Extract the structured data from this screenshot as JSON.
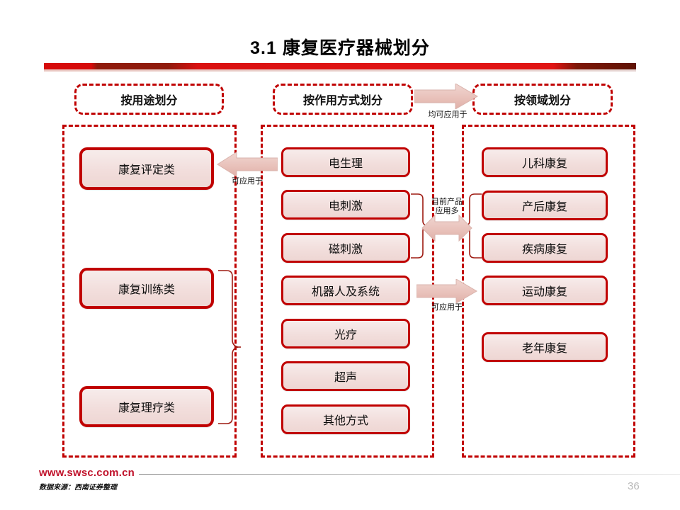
{
  "slide": {
    "title": "3.1 康复医疗器械划分",
    "page_number": "36"
  },
  "headers": [
    {
      "id": "by-use",
      "label": "按用途划分"
    },
    {
      "id": "by-method",
      "label": "按作用方式划分"
    },
    {
      "id": "by-field",
      "label": "按领域划分"
    }
  ],
  "columns": {
    "by_use": {
      "items": [
        {
          "label": "康复评定类"
        },
        {
          "label": "康复训练类"
        },
        {
          "label": "康复理疗类"
        }
      ]
    },
    "by_method": {
      "items": [
        {
          "label": "电生理"
        },
        {
          "label": "电刺激"
        },
        {
          "label": "磁刺激"
        },
        {
          "label": "机器人及系统"
        },
        {
          "label": "光疗"
        },
        {
          "label": "超声"
        },
        {
          "label": "其他方式"
        }
      ]
    },
    "by_field": {
      "items": [
        {
          "label": "儿科康复"
        },
        {
          "label": "产后康复"
        },
        {
          "label": "疾病康复"
        },
        {
          "label": "运动康复"
        },
        {
          "label": "老年康复"
        }
      ]
    }
  },
  "connectors": [
    {
      "id": "method-to-field-top",
      "label": "均可应用于",
      "direction": "right"
    },
    {
      "id": "method-to-use",
      "label": "可应用于",
      "direction": "left"
    },
    {
      "id": "method-field-current",
      "label": "目前产品\n应用多",
      "label_line1": "目前产品",
      "label_line2": "应用多",
      "direction": "both"
    },
    {
      "id": "method-to-field-mid",
      "label": "可应用于",
      "direction": "right"
    }
  ],
  "footer": {
    "url": "www.swsc.com.cn",
    "source": "数据来源：西南证券整理"
  },
  "colors": {
    "accent_red": "#c00000",
    "bar_red": "#e01414",
    "bar_dark": "#8f1a0c",
    "node_fill": "#f2dedc",
    "arrow_fill": "#edc9c4",
    "footer_url": "#c0122b",
    "page_num": "#b8b8b8"
  }
}
